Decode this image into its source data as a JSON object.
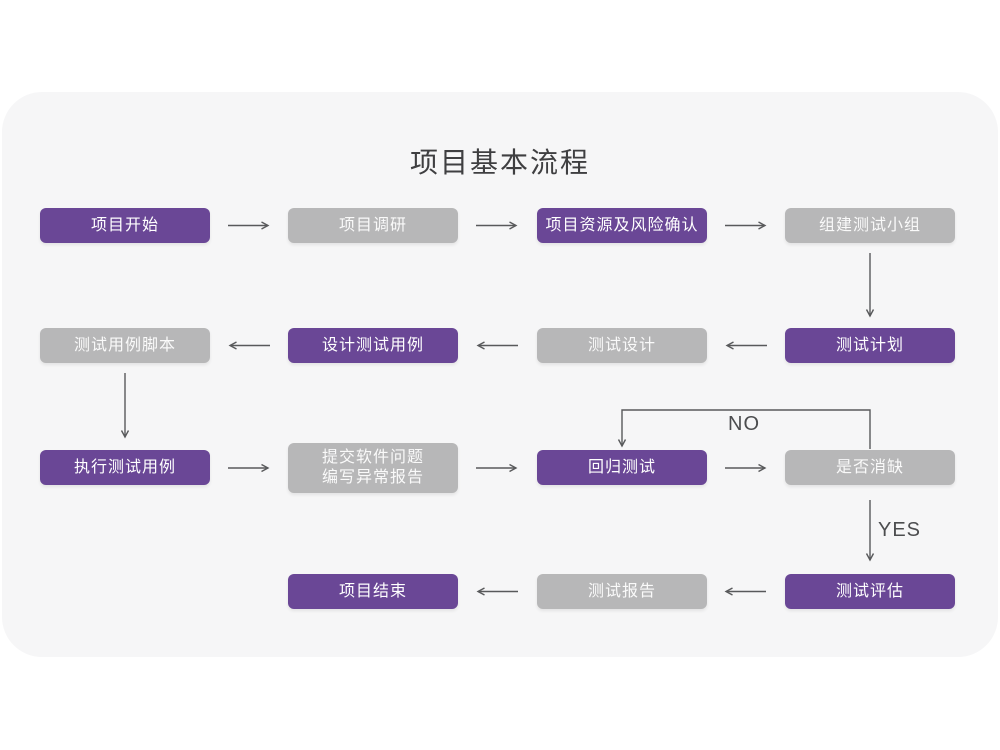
{
  "title": "项目基本流程",
  "flowchart": {
    "nodes": {
      "project_start": {
        "label": "项目开始",
        "variant": "purple"
      },
      "project_research": {
        "label": "项目调研",
        "variant": "gray"
      },
      "resource_risk_confirm": {
        "label": "项目资源及风险确认",
        "variant": "purple"
      },
      "build_test_team": {
        "label": "组建测试小组",
        "variant": "gray"
      },
      "test_plan": {
        "label": "测试计划",
        "variant": "purple"
      },
      "test_design": {
        "label": "测试设计",
        "variant": "gray"
      },
      "design_test_cases": {
        "label": "设计测试用例",
        "variant": "purple"
      },
      "test_case_scripts": {
        "label": "测试用例脚本",
        "variant": "gray"
      },
      "execute_test_cases": {
        "label": "执行测试用例",
        "variant": "purple"
      },
      "submit_issue_report": {
        "line1": "提交软件问题",
        "line2": "编写异常报告",
        "variant": "gray"
      },
      "regression_test": {
        "label": "回归测试",
        "variant": "purple"
      },
      "defect_resolved_check": {
        "label": "是否消缺",
        "variant": "gray"
      },
      "test_evaluation": {
        "label": "测试评估",
        "variant": "purple"
      },
      "test_report": {
        "label": "测试报告",
        "variant": "gray"
      },
      "project_end": {
        "label": "项目结束",
        "variant": "purple"
      }
    },
    "branch_labels": {
      "no": "NO",
      "yes": "YES"
    }
  },
  "colors": {
    "node_purple": "#6a4796",
    "node_gray": "#b7b7b8",
    "panel_background": "#f6f6f7",
    "arrow": "#58595b",
    "title_text": "#3f3f41"
  }
}
